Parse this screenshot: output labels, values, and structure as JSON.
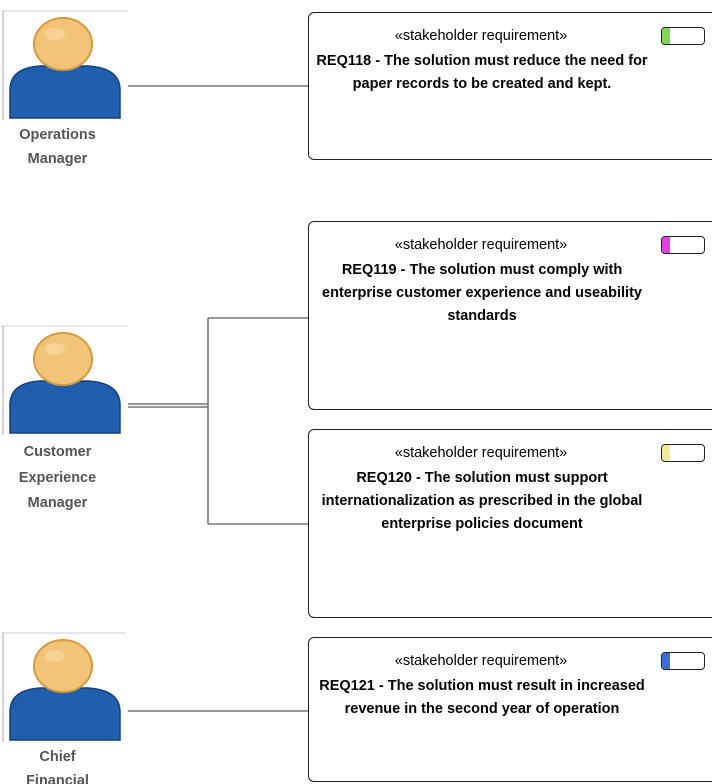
{
  "actors": [
    {
      "id": "ops",
      "name_lines": [
        "Operations",
        "Manager"
      ]
    },
    {
      "id": "cx",
      "name_lines": [
        "Customer",
        "Experience",
        "Manager"
      ]
    },
    {
      "id": "cfo",
      "name_lines": [
        "Chief",
        "Financial"
      ]
    }
  ],
  "requirements": [
    {
      "stereotype": "«stakeholder requirement»",
      "text": "REQ118 - The solution must reduce the need for paper records to be created and kept.",
      "status_color": "#7ed957"
    },
    {
      "stereotype": "«stakeholder requirement»",
      "text": "REQ119 - The solution must comply with enterprise customer experience and useability standards",
      "status_color": "#e040e0"
    },
    {
      "stereotype": "«stakeholder requirement»",
      "text": "REQ120 - The solution must support internationalization as prescribed in the global enterprise policies document",
      "status_color": "#f2ec9a"
    },
    {
      "stereotype": "«stakeholder requirement»",
      "text": "REQ121 - The solution must result in increased revenue in the second year of operation",
      "status_color": "#3a6fd8"
    }
  ],
  "colors": {
    "actor_head": "#f2c477",
    "actor_head_outline": "#d79a3c",
    "actor_body": "#1f5fae",
    "actor_body_outline": "#143f78",
    "connector": "#777777"
  }
}
